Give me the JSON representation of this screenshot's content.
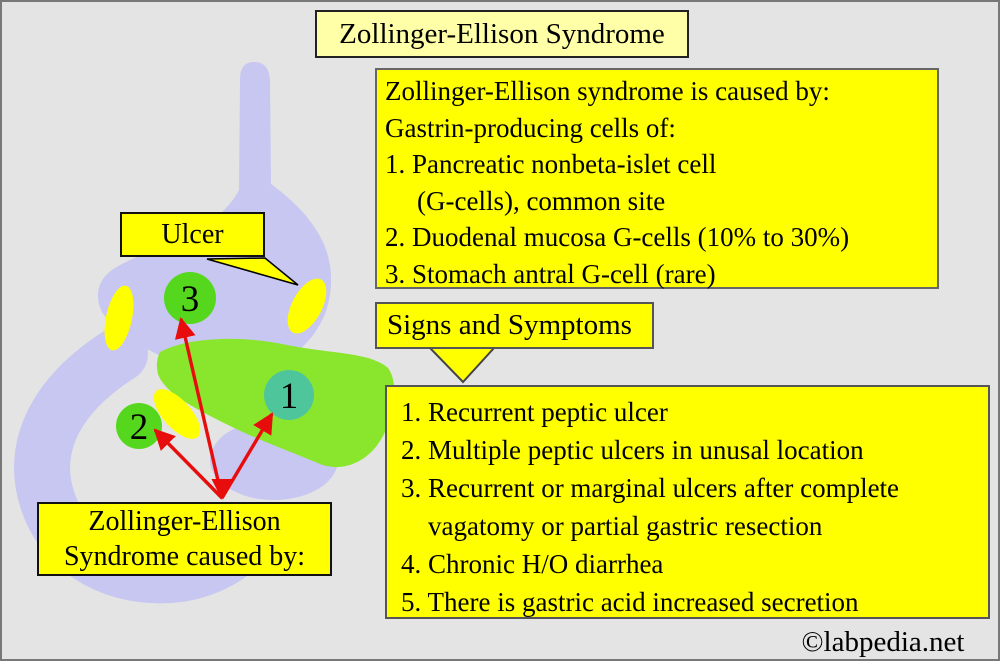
{
  "title": "Zollinger-Ellison Syndrome",
  "causes_box": {
    "lines": [
      "Zollinger-Ellison syndrome is caused by:",
      "Gastrin-producing cells of:",
      "1. Pancreatic nonbeta-islet cell",
      "(G-cells), common site",
      "2. Duodenal mucosa G-cells (10% to 30%)",
      "3. Stomach antral G-cell (rare)"
    ]
  },
  "ulcer_label": "Ulcer",
  "signs_header": "Signs and Symptoms",
  "signs_box": {
    "lines": [
      "1. Recurrent peptic ulcer",
      "2. Multiple peptic ulcers in unusal location",
      "3. Recurrent or marginal ulcers after complete",
      "vagatomy or partial gastric resection",
      "4. Chronic H/O diarrhea",
      "5. There is gastric acid increased secretion"
    ]
  },
  "caused_by_box": {
    "lines": [
      "Zollinger-Ellison",
      "Syndrome caused by:"
    ]
  },
  "anatomy": {
    "circle_labels": {
      "site1": "1",
      "site2": "2",
      "site3": "3"
    }
  },
  "watermark": "©labpedia.net",
  "colors": {
    "background": "#e4e4e4",
    "bright_yellow": "#ffff00",
    "pale_yellow_title": "#ffffa8",
    "stomach_lavender": "#c7c7f2",
    "pancreas_green": "#8ae62c",
    "marker_green": "#55d71d",
    "marker_teal": "#4fc59c",
    "arrow_red": "#e80d0d"
  }
}
